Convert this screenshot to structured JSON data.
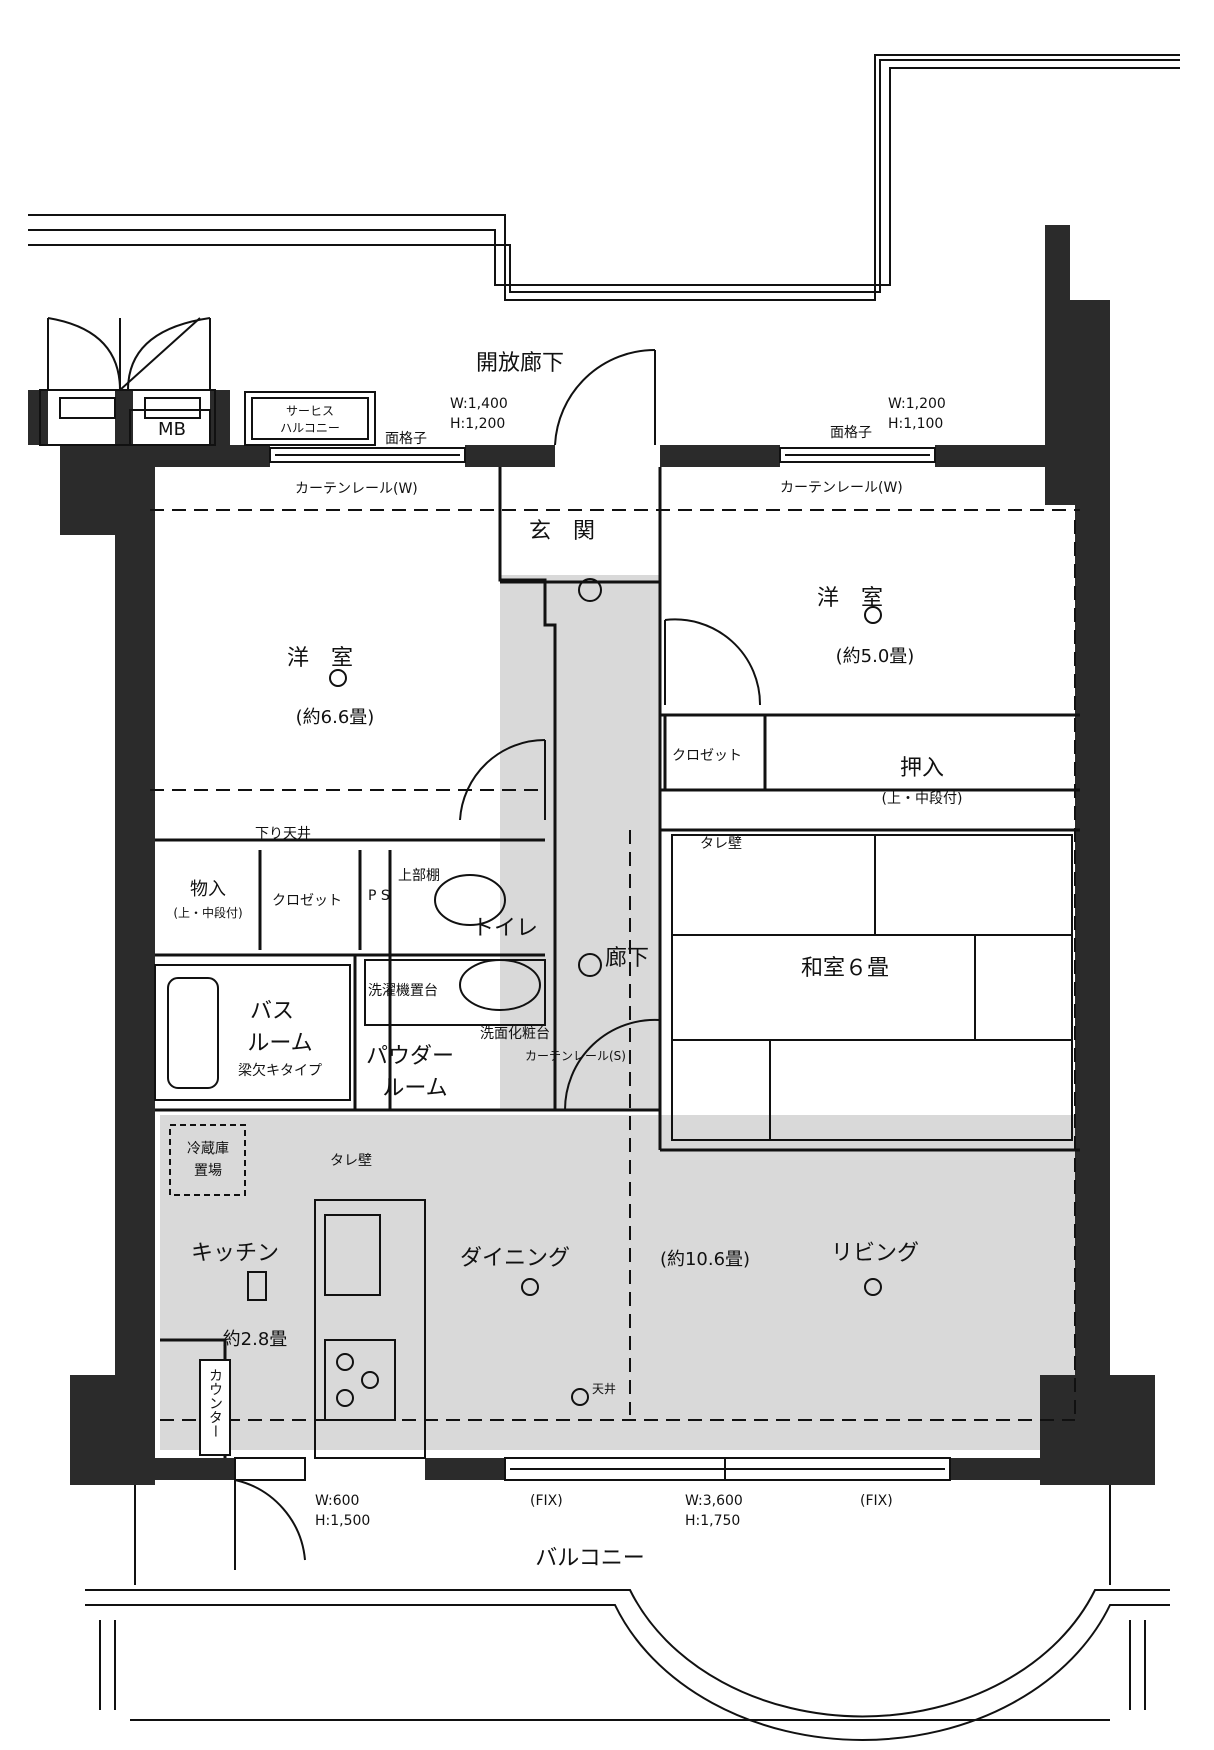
{
  "labels": {
    "corridor_open": "開放廊下",
    "mb": "MB",
    "service_balcony_1": "サーヒス",
    "service_balcony_2": "ハルコニー",
    "lattice_left": "面格子",
    "lattice_right": "面格子",
    "window_left_w": "W:1,400",
    "window_left_h": "H:1,200",
    "window_right_w": "W:1,200",
    "window_right_h": "H:1,100",
    "curtain_left": "カーテンレール(W)",
    "curtain_right": "カーテンレール(W)",
    "entrance": "玄　関",
    "western_left": "洋　室",
    "western_left_size": "(約6.6畳)",
    "western_right": "洋　室",
    "western_right_size": "(約5.0畳)",
    "closet_right": "クロゼット",
    "oshiire": "押入",
    "oshiire_note": "(上・中段付)",
    "tare_kabe_top": "タレ壁",
    "lowered_ceiling": "下り天井",
    "storage": "物入",
    "storage_note": "(上・中段付)",
    "closet_left": "クロゼット",
    "ps": "P S",
    "upper_shelf": "上部棚",
    "toilet": "トイレ",
    "hallway": "廊下",
    "washlet": "洗濯機置台",
    "vanity": "洗面化粧台",
    "curtain_s": "カーテンレール(S)",
    "washitsu": "和室６畳",
    "bath_1": "バス",
    "bath_2": "ルーム",
    "bath_note": "梁欠キタイプ",
    "powder_1": "パウダー",
    "powder_2": "ルーム",
    "fridge_1": "冷蔵庫",
    "fridge_2": "置場",
    "tare_kabe_kitchen": "タレ壁",
    "kitchen": "キッチン",
    "kitchen_size": "約2.8畳",
    "counter": "カウンター",
    "dining": "ダイニング",
    "ldk_size": "(約10.6畳)",
    "living": "リビング",
    "ceiling_fan": "天井",
    "kitchen_window_w": "W:600",
    "kitchen_window_h": "H:1,500",
    "fix_left": "(FIX)",
    "fix_right": "(FIX)",
    "sash_w": "W:3,600",
    "sash_h": "H:1,750",
    "balcony": "バルコニー"
  },
  "colors": {
    "wall": "#2b2b2b",
    "shade": "#d6d6d6",
    "line": "#111111"
  }
}
